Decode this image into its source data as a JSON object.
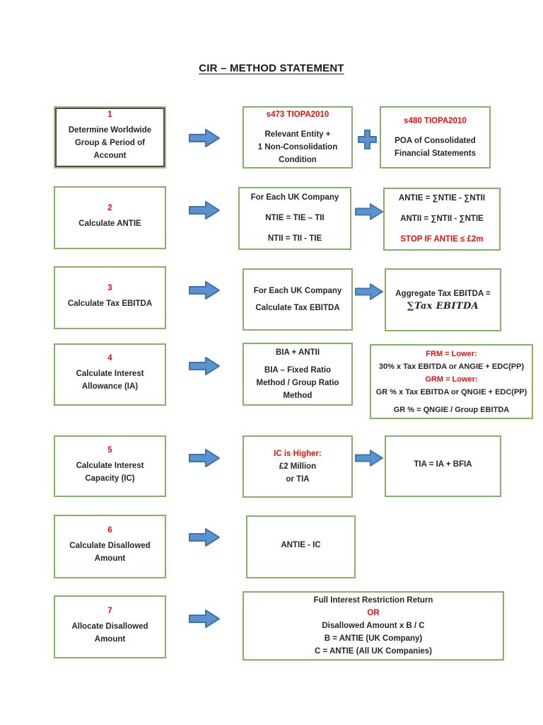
{
  "page": {
    "title": "CIR – METHOD STATEMENT"
  },
  "colors": {
    "box_border_green": "#85b264",
    "step1_inner_border": "#4b4b4b",
    "accent_red": "#e8100c",
    "arrow_fill_blue": "#5b93cf",
    "arrow_border_blue": "#3e74ad",
    "text_black": "#262626",
    "page_background": "#ffffff"
  },
  "icons": {
    "flow_arrow": "block-right-arrow",
    "combine": "plus-sign"
  },
  "steps": [
    {
      "number": "1",
      "label": [
        "Determine Worldwide",
        "Group & Period of",
        "Account"
      ]
    },
    {
      "number": "2",
      "label": [
        "Calculate ANTIE"
      ]
    },
    {
      "number": "3",
      "label": [
        "Calculate Tax EBITDA"
      ]
    },
    {
      "number": "4",
      "label": [
        "Calculate Interest",
        "Allowance (IA)"
      ]
    },
    {
      "number": "5",
      "label": [
        "Calculate Interest",
        "Capacity (IC)"
      ]
    },
    {
      "number": "6",
      "label": [
        "Calculate Disallowed",
        "Amount"
      ]
    },
    {
      "number": "7",
      "label": [
        "Allocate Disallowed",
        "Amount"
      ]
    }
  ],
  "details": {
    "r1_mid": {
      "header": "s473 TIOPA2010",
      "lines": [
        "Relevant Entity +",
        "1 Non-Consolidation",
        "Condition"
      ]
    },
    "r1_right": {
      "header": "s480 TIOPA2010",
      "lines": [
        "POA of Consolidated",
        "Financial Statements"
      ]
    },
    "r2_mid": {
      "lines": [
        "For Each UK Company",
        "NTIE = TIE – TII",
        "NTII = TII - TIE"
      ]
    },
    "r2_right": {
      "lines": [
        "ANTIE = ∑NTIE - ∑NTII",
        "ANTII = ∑NTII - ∑NTIE"
      ],
      "warning": "STOP IF ANTIE ≤ £2m"
    },
    "r3_mid": {
      "lines": [
        "For Each UK Company",
        "Calculate Tax EBITDA"
      ]
    },
    "r3_right": {
      "line1": "Aggregate Tax EBITDA =",
      "math": "∑Tax EBITDA"
    },
    "r4_mid": {
      "line1": "BIA + ANTII",
      "lines": [
        "BIA – Fixed Ratio",
        "Method / Group Ratio",
        "Method"
      ]
    },
    "r4_right": {
      "frm_header": "FRM = Lower:",
      "frm_line": "30% x Tax EBITDA  or ANGIE + EDC(PP)",
      "grm_header": "GRM = Lower:",
      "grm_line": "GR % x Tax EBITDA or QNGIE + EDC(PP)",
      "ratio_line": "GR % = QNGIE / Group EBITDA"
    },
    "r5_mid": {
      "header": "IC is Higher:",
      "lines": [
        "£2 Million",
        "or TIA"
      ]
    },
    "r5_right": {
      "line": "TIA = IA + BFIA"
    },
    "r6_mid": {
      "line": "ANTIE - IC"
    },
    "r7_wide": {
      "line1": "Full Interest Restriction Return",
      "or": "OR",
      "lines": [
        "Disallowed Amount x B / C",
        "B = ANTIE (UK Company)",
        "C = ANTIE (All UK Companies)"
      ]
    }
  }
}
